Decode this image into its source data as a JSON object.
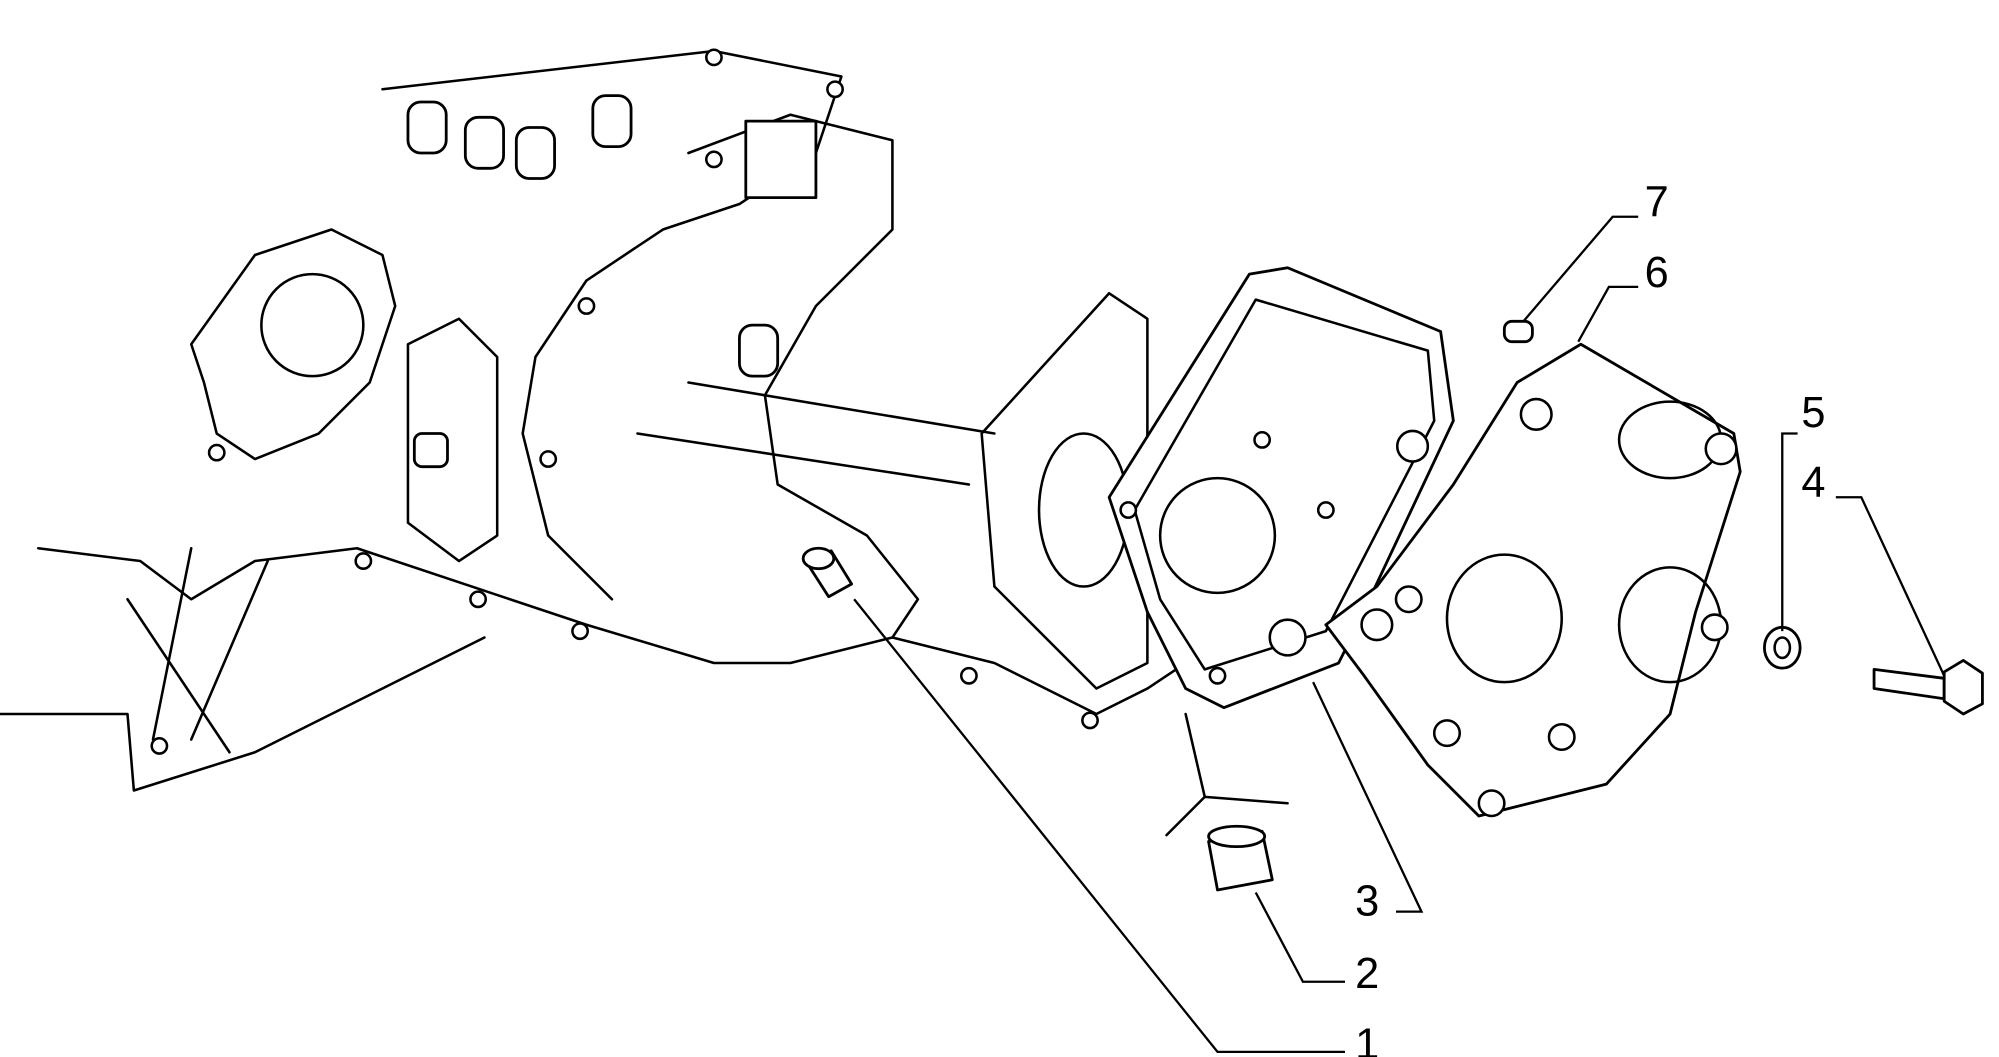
{
  "diagram": {
    "type": "exploded parts diagram",
    "callouts": [
      {
        "label": "1"
      },
      {
        "label": "2"
      },
      {
        "label": "3"
      },
      {
        "label": "4"
      },
      {
        "label": "5"
      },
      {
        "label": "6"
      },
      {
        "label": "7"
      }
    ]
  }
}
